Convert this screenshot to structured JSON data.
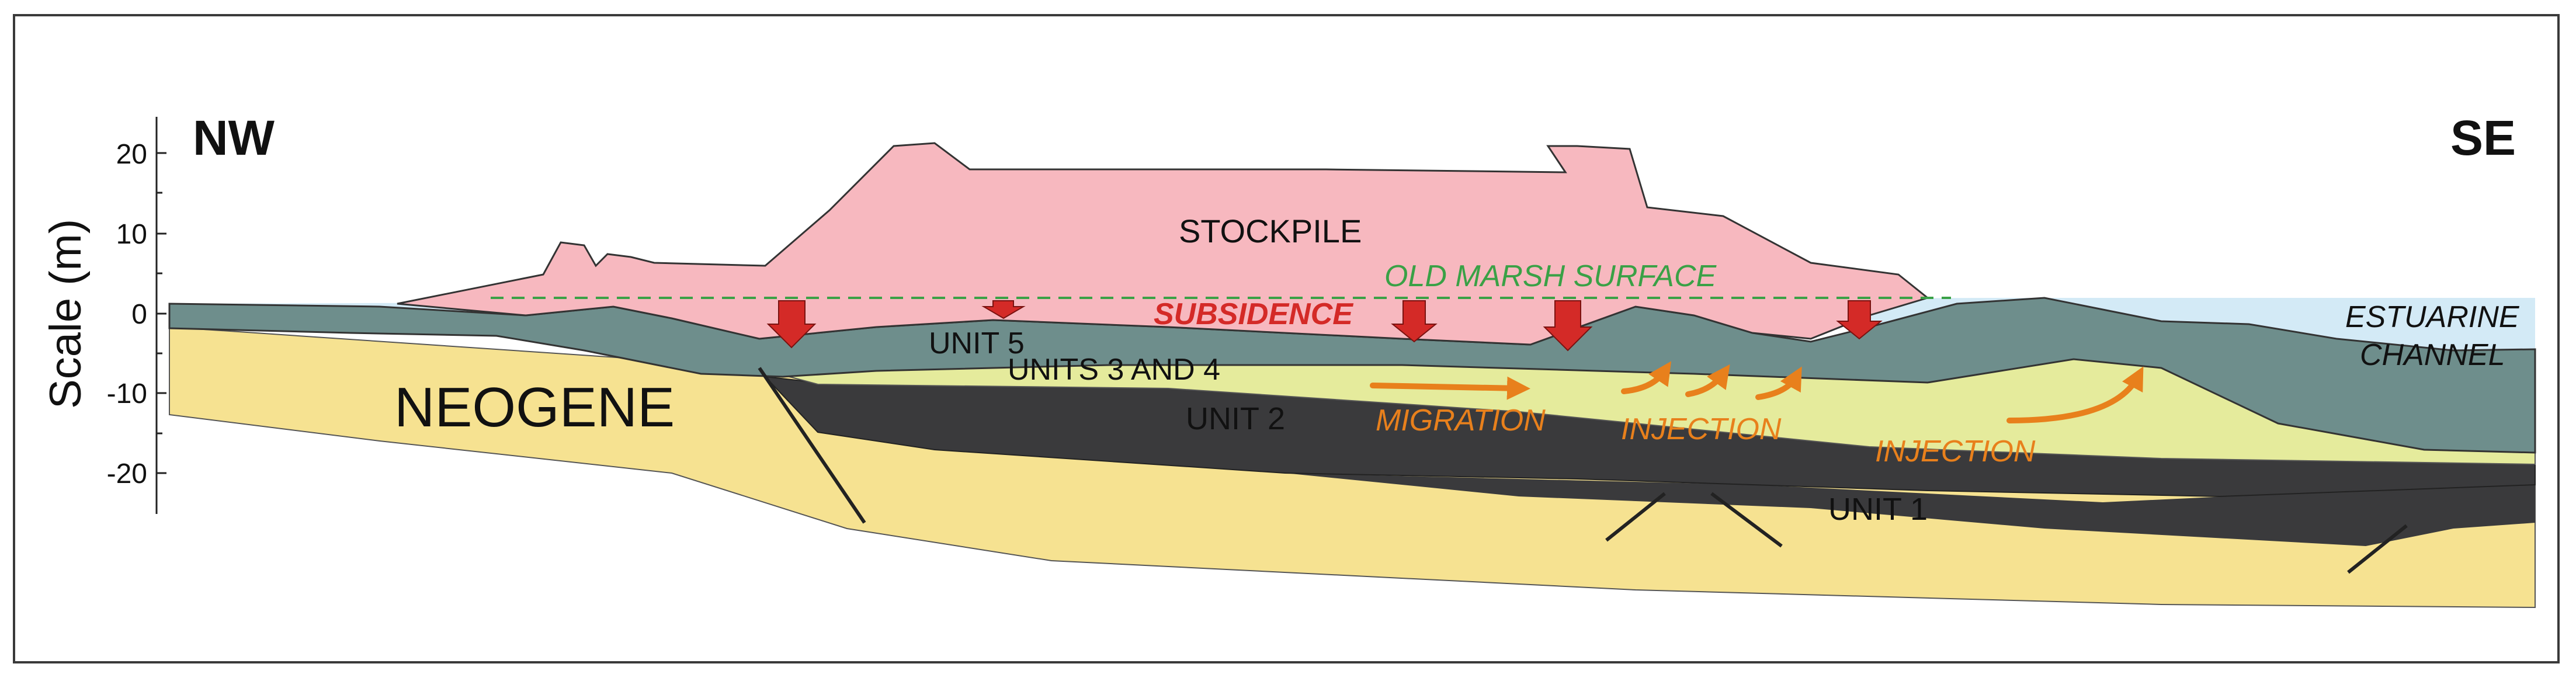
{
  "orientation": {
    "left": "NW",
    "right": "SE"
  },
  "scale": {
    "label": "Scale (m)",
    "ticks": [
      "20",
      "10",
      "0",
      "-10",
      "-20"
    ]
  },
  "units": {
    "stockpile": "STOCKPILE",
    "old_marsh_surface": "OLD MARSH SURFACE",
    "subsidence": "SUBSIDENCE",
    "estuarine_line1": "ESTUARINE",
    "estuarine_line2": "CHANNEL",
    "unit5": "UNIT 5",
    "units34": "UNITS 3 AND 4",
    "neogene": "NEOGENE",
    "unit2": "UNIT 2",
    "unit1": "UNIT 1",
    "migration": "MIGRATION",
    "injection1": "INJECTION",
    "injection2": "INJECTION"
  },
  "colors": {
    "stockpile": "#f7b8bf",
    "water": "#d3eaf6",
    "unit5": "#6e8e8c",
    "units34": "#e5eb9c",
    "unit2": "#3a3a3c",
    "neogene": "#f6e291",
    "subsidence_arrow": "#d42a27",
    "migration_arrow": "#e8801c",
    "marsh_line": "#3aa146"
  }
}
